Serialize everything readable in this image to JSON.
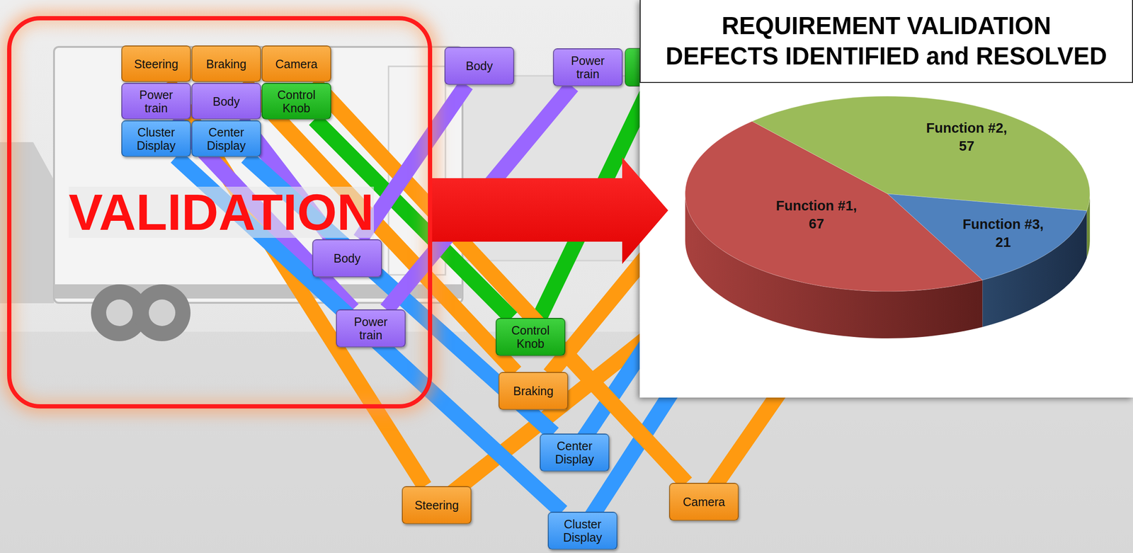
{
  "diagram": {
    "title": "REQUIREMENT VALIDATION DEFECTS IDENTIFIED and RESOLVED",
    "nodes": [
      {
        "text": [
          "VALIDATION"
        ]
      },
      {
        "text": [
          "Steering"
        ],
        "in": 0
      },
      {
        "text": [
          "Braking"
        ],
        "in": 0
      },
      {
        "text": [
          "Camera"
        ],
        "in": 0
      },
      {
        "text": [
          "Power train"
        ],
        "in": 0
      },
      {
        "text": [
          "Body"
        ],
        "in": 0
      },
      {
        "text": [
          "Control Knob"
        ],
        "in": 0
      },
      {
        "text": [
          "Cluster Display"
        ],
        "in": 0
      },
      {
        "text": [
          "Center Display"
        ],
        "in": 0
      },
      {
        "text": [
          "Body"
        ]
      },
      {
        "text": [
          "Power train"
        ]
      },
      {
        "text": [
          "Body"
        ],
        "in": 0
      },
      {
        "text": [
          "Power train"
        ],
        "in": 0
      },
      {
        "text": [
          "Control Knob"
        ]
      },
      {
        "text": [
          "Braking"
        ]
      },
      {
        "text": [
          "Center Display"
        ]
      },
      {
        "text": [
          "Steering"
        ]
      },
      {
        "text": [
          "Camera"
        ]
      },
      {
        "text": [
          "Cluster Display"
        ]
      }
    ],
    "edges": [
      {
        "from": 1,
        "to": 16,
        "arrow": "none"
      },
      {
        "from": 2,
        "to": 14,
        "arrow": "none"
      },
      {
        "from": 3,
        "to": 17,
        "arrow": "none"
      },
      {
        "from": 4,
        "to": 12,
        "arrow": "none"
      },
      {
        "from": 5,
        "to": 11,
        "arrow": "none"
      },
      {
        "from": 6,
        "to": 13,
        "arrow": "none"
      },
      {
        "from": 7,
        "to": 18,
        "arrow": "none"
      },
      {
        "from": 8,
        "to": 15,
        "arrow": "none"
      },
      {
        "from": 11,
        "to": 9,
        "arrow": "none"
      },
      {
        "from": 12,
        "to": 10,
        "arrow": "none"
      }
    ],
    "labels": [
      "Function #2, 57",
      "Function #1, 67",
      "Function #3, 21"
    ]
  }
}
